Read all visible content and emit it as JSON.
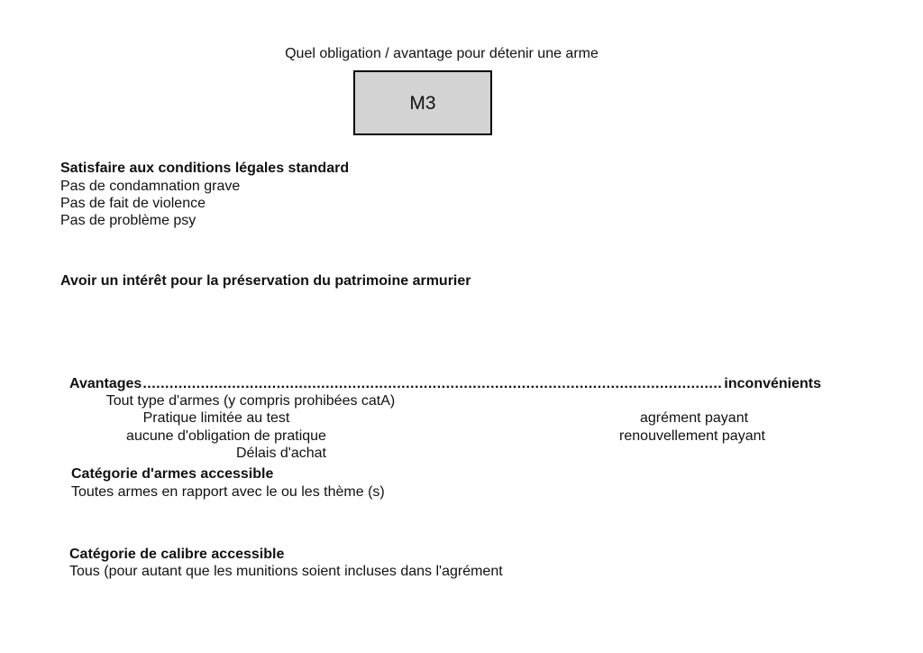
{
  "title": "Quel obligation / avantage pour détenir une arme",
  "code_box": "M3",
  "conditions": {
    "heading": "Satisfaire aux conditions légales standard",
    "items": [
      "Pas de condamnation grave",
      "Pas de fait de violence",
      "Pas de problème psy"
    ]
  },
  "interest": "Avoir un intérêt pour la préservation du patrimoine armurier",
  "comparison": {
    "left_heading": "Avantages",
    "right_heading": "inconvénients",
    "advantages": [
      "Tout type d'armes (y compris prohibées catA)",
      "Pratique limitée au test",
      "aucune d'obligation de pratique",
      "Délais d'achat"
    ],
    "disadvantages": [
      "agrément payant",
      "renouvellement payant"
    ]
  },
  "weapons": {
    "heading": "Catégorie d'armes accessible",
    "text": "Toutes armes en rapport avec le ou les thème (s)"
  },
  "calibre": {
    "heading": "Catégorie de calibre accessible",
    "text": "Tous (pour autant que les munitions soient incluses dans l'agrément"
  }
}
